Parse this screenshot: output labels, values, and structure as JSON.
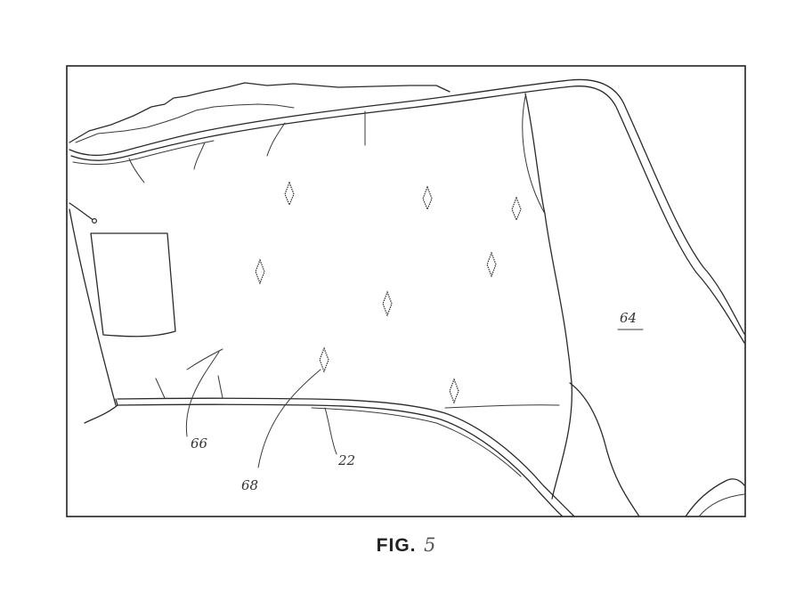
{
  "figure": {
    "caption_label": "FIG.",
    "caption_number": "5",
    "reference_numerals": {
      "r64": "64",
      "r66": "66",
      "r68": "68",
      "r22": "22"
    }
  }
}
